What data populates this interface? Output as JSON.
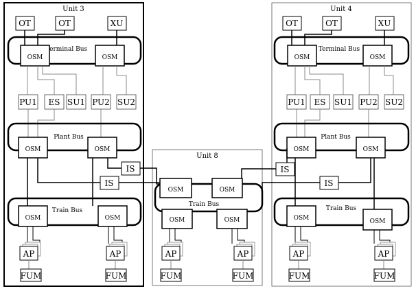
{
  "units": {
    "u3": {
      "title": "Unit 3"
    },
    "u4": {
      "title": "Unit 4"
    },
    "u8": {
      "title": "Unit 8"
    }
  },
  "bus_labels": {
    "terminal": "Terminal Bus",
    "plant": "Plant Bus",
    "train": "Train Bus"
  },
  "node_labels": {
    "osm": "OSM",
    "ot": "OT",
    "xu": "XU",
    "pu1": "PU1",
    "es": "ES",
    "su1": "SU1",
    "pu2": "PU2",
    "su2": "SU2",
    "is": "IS",
    "ap": "AP",
    "fum": "FUM"
  }
}
